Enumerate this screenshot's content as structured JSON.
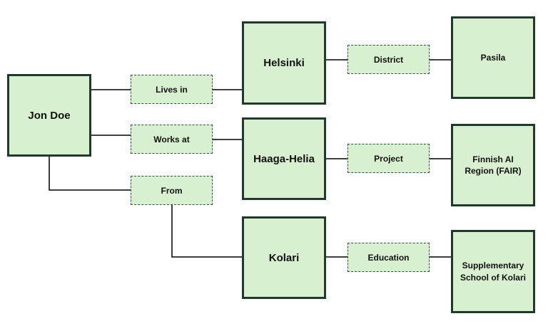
{
  "entities": {
    "person": "Jon Doe",
    "city": "Helsinki",
    "university": "Haaga-Helia",
    "hometown": "Kolari",
    "district": "Pasila",
    "project": "Finnish AI\nRegion (FAIR)",
    "school": "Supplementary\nSchool of Kolari"
  },
  "relations": {
    "lives_in": "Lives in",
    "works_at": "Works at",
    "from": "From",
    "district": "District",
    "project": "Project",
    "education": "Education"
  },
  "colors": {
    "node_fill": "#d8f0cf",
    "node_border": "#1f3a2a",
    "relation_border": "#2c5a3e",
    "line": "#000000"
  }
}
